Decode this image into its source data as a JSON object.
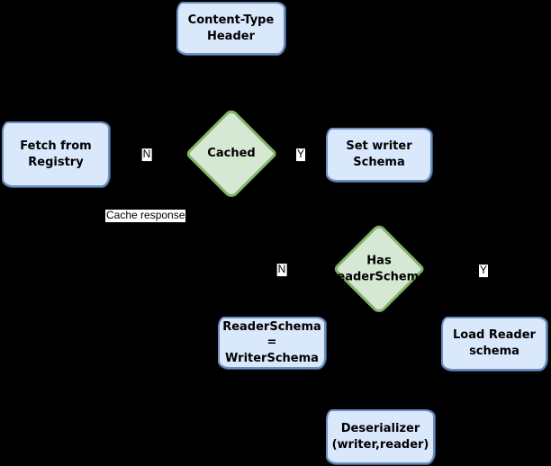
{
  "diagram": {
    "background": "#000000",
    "colors": {
      "process_fill": "#dae8fc",
      "process_border": "#6c8ebf",
      "decision_fill": "#d5e8d4",
      "decision_border": "#82b366",
      "edge_label_bg": "#ffffff",
      "edge_label_text": "#000000"
    }
  },
  "nodes": {
    "content_type_header": {
      "label": "Content-Type\nHeader"
    },
    "fetch_from_registry": {
      "label": "Fetch from\nRegistry"
    },
    "cached": {
      "label": "Cached"
    },
    "set_writer_schema": {
      "label": "Set writer\nSchema"
    },
    "has_reader_schema": {
      "label": "Has\nreaderSchema"
    },
    "reader_equals_writer": {
      "label": "ReaderSchema =\nWriterSchema"
    },
    "load_reader_schema": {
      "label": "Load Reader\nschema"
    },
    "deserializer": {
      "label": "Deserializer\n(writer,reader)"
    }
  },
  "edge_labels": {
    "cached_no": "N",
    "cached_yes": "Y",
    "cache_response": "Cache response",
    "has_reader_no": "N",
    "has_reader_yes": "Y"
  }
}
